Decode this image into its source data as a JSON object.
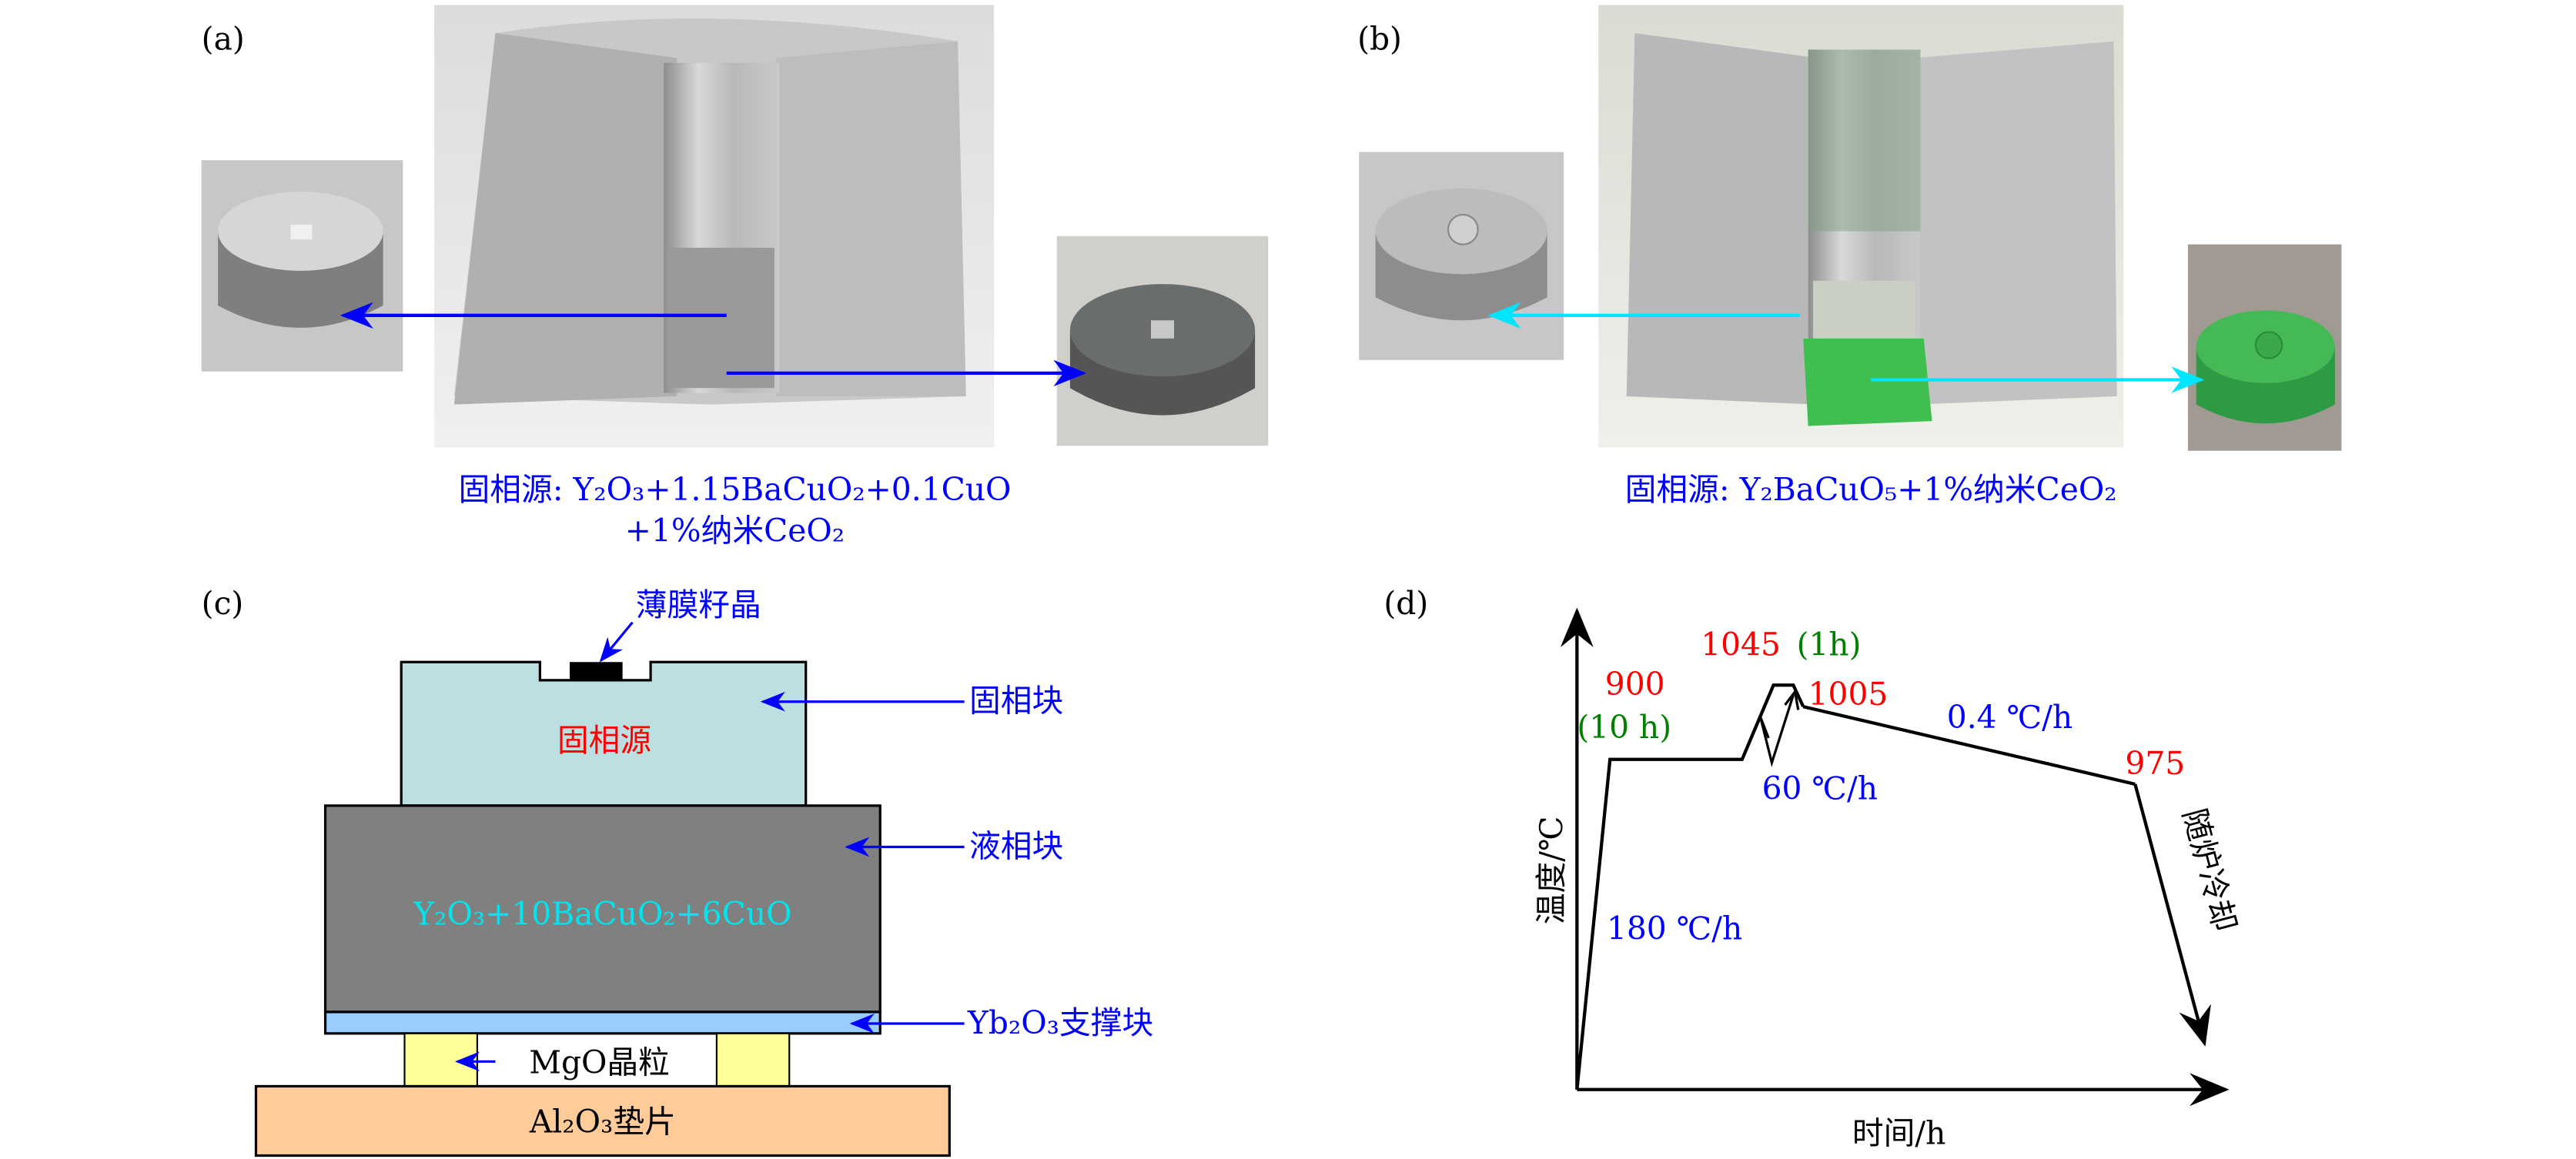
{
  "panel_a": {
    "label": "(a)",
    "caption_line1": "固相源: Y₂O₃+1.15BaCuO₂+0.1CuO",
    "caption_line2": "+1%纳米CeO₂",
    "arrow_color": "#0000ff"
  },
  "panel_b": {
    "label": "(b)",
    "caption": "固相源: Y₂BaCuO₅+1%纳米CeO₂",
    "arrow_color": "#00ffff"
  },
  "panel_c": {
    "label": "(c)",
    "seed_label": "薄膜籽晶",
    "solid_source_text": "固相源",
    "solid_block_label": "固相块",
    "liquid_formula": "Y₂O₃+10BaCuO₂+6CuO",
    "liquid_block_label": "液相块",
    "support_label": "Yb₂O₃支撑块",
    "mgo_label": "MgO晶粒",
    "substrate_label": "Al₂O₃垫片",
    "colors": {
      "solid": "#bce0e2",
      "liquid": "#808080",
      "support": "#99ccff",
      "mgo": "#ffff99",
      "substrate": "#ffcc99"
    }
  },
  "panel_d": {
    "label": "(d)",
    "y_axis": "温度/℃",
    "x_axis": "时间/h",
    "t900": "900",
    "hold900": "(10 h)",
    "t1045": "1045",
    "hold1045": "(1h)",
    "t1005": "1005",
    "t975": "975",
    "rate180": "180 ℃/h",
    "rate60": "60 ℃/h",
    "rate04": "0.4 ℃/h",
    "cooling": "随炉冷却"
  }
}
